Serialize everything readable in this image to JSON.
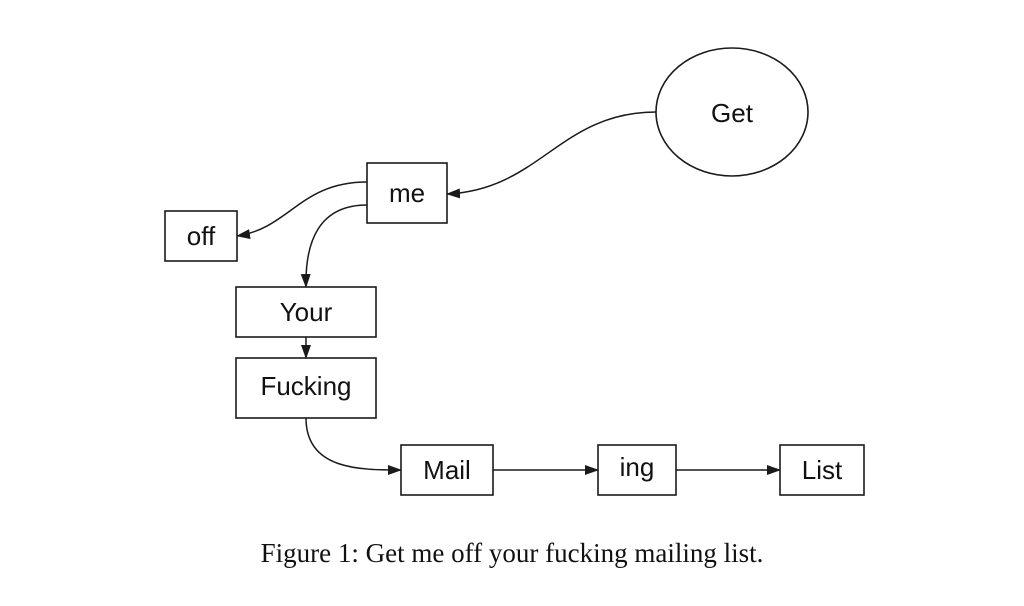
{
  "diagram": {
    "nodes": {
      "get": "Get",
      "me": "me",
      "off": "off",
      "your": "Your",
      "fucking": "Fucking",
      "mail": "Mail",
      "ing": "ing",
      "list": "List"
    },
    "edges": [
      {
        "from": "get",
        "to": "me"
      },
      {
        "from": "me",
        "to": "off"
      },
      {
        "from": "me",
        "to": "your"
      },
      {
        "from": "your",
        "to": "fucking"
      },
      {
        "from": "fucking",
        "to": "mail"
      },
      {
        "from": "mail",
        "to": "ing"
      },
      {
        "from": "ing",
        "to": "list"
      }
    ]
  },
  "caption": "Figure 1: Get me off your fucking mailing list."
}
